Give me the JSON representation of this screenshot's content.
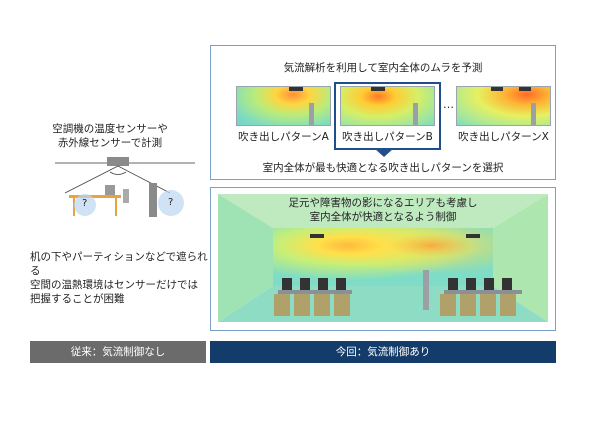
{
  "colors": {
    "accent_border": "#7aa0c8",
    "selected_border": "#1f4e8a",
    "left_bar": "#6b6b6b",
    "right_bar": "#143c6a",
    "arrow": "#1f4e8a"
  },
  "top_caption": "気流解析を利用して室内全体のムラを予測",
  "patterns": [
    {
      "label": "吹き出しパターンA"
    },
    {
      "label": "吹き出しパターンB"
    },
    {
      "label": "吹き出しパターンX"
    }
  ],
  "ellipsis": "…",
  "select_caption": "室内全体が最も快適となる吹き出しパターンを選択",
  "bottom_caption_line1": "足元や障害物の影になるエリアも考慮し",
  "bottom_caption_line2": "室内全体が快適となるよう制御",
  "left": {
    "sensor_caption_line1": "空調機の温度センサーや",
    "sensor_caption_line2": "赤外線センサーで計測",
    "question_mark": "?",
    "problem_line1": "机の下やパーティションなどで遮られる",
    "problem_line2": "空間の温熱環境はセンサーだけでは",
    "problem_line3": "把握することが困難",
    "bar_label": "従来：気流制御なし"
  },
  "right": {
    "bar_label": "今回：気流制御あり"
  }
}
